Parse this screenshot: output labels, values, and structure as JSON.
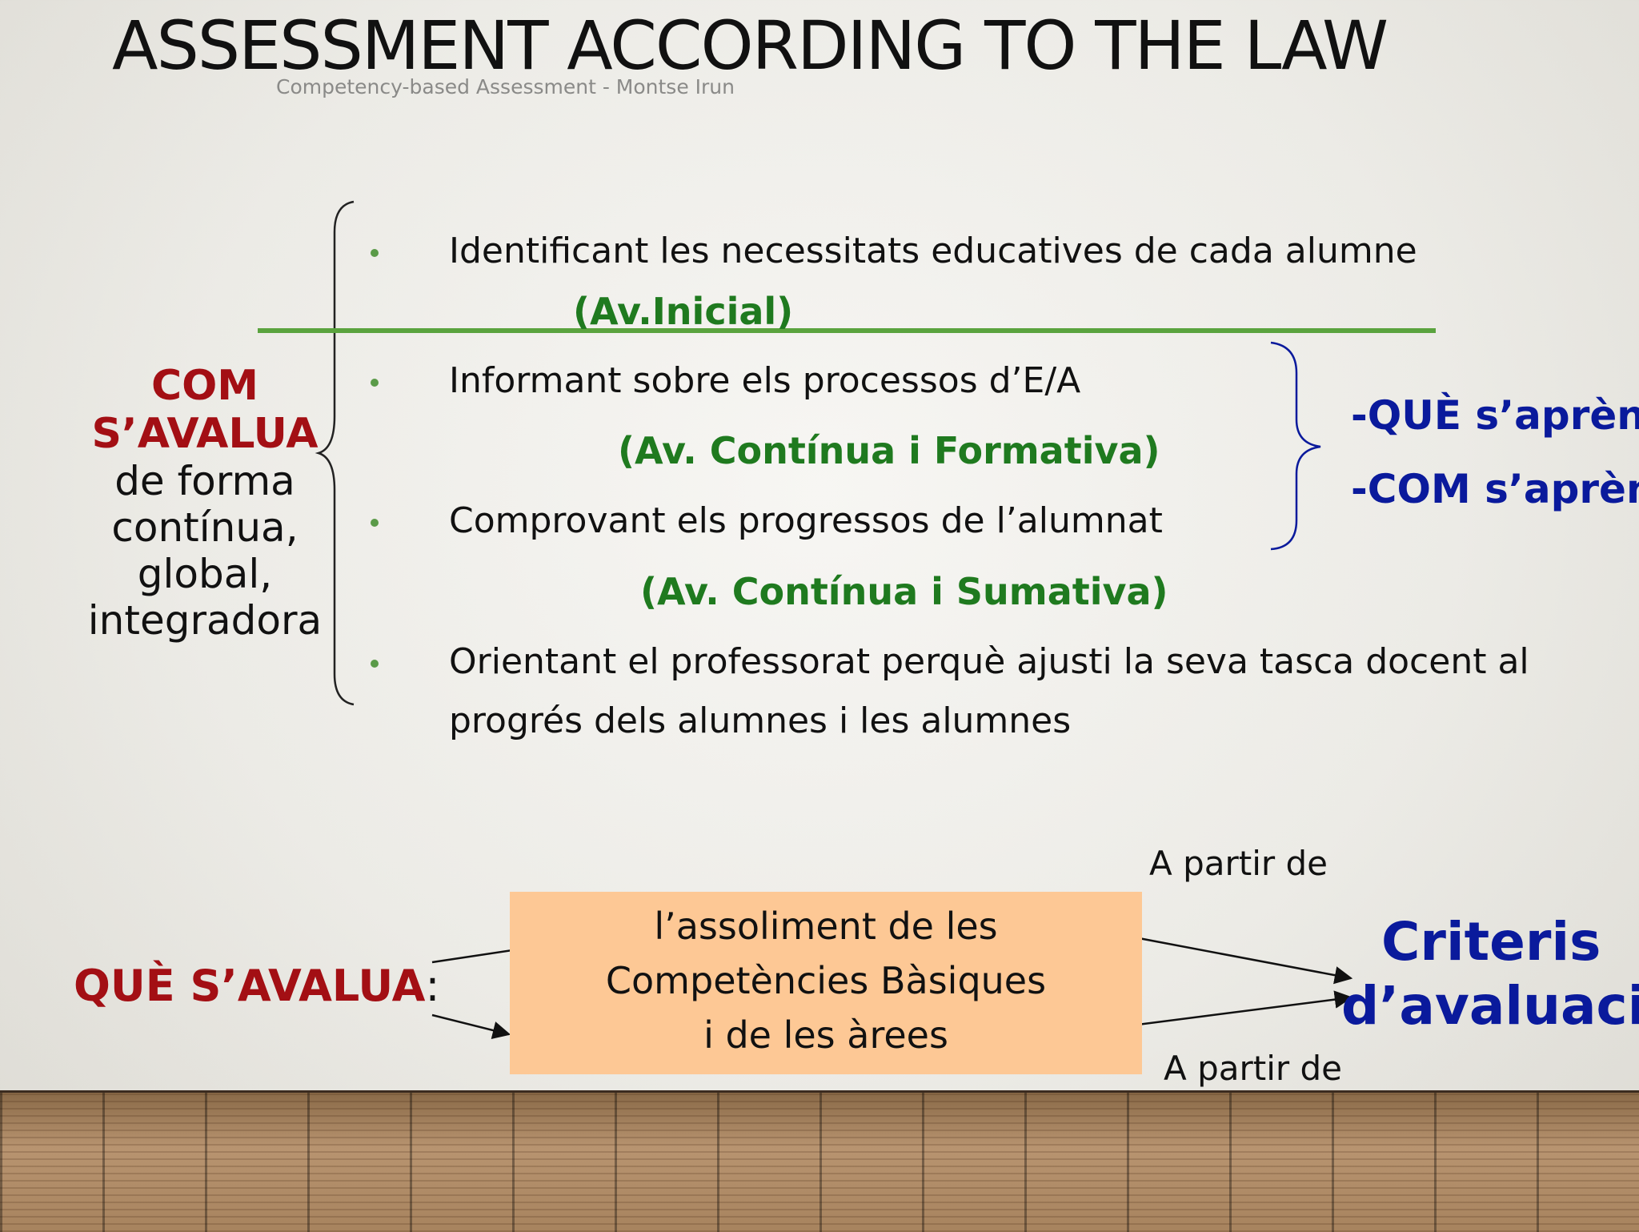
{
  "slide": {
    "title": "ASSESSMENT ACCORDING TO THE LAW",
    "subtitle": "Competency-based Assessment - Montse Irun"
  },
  "com_savalua": {
    "heading_line1": "COM",
    "heading_line2": "S’AVALUA",
    "desc_line1": "de forma",
    "desc_line2": "contínua,",
    "desc_line3": "global,",
    "desc_line4": "integradora"
  },
  "bullets": [
    {
      "text": "Identificant les necessitats educatives de cada alumne",
      "type": "(Av.Inicial)"
    },
    {
      "text": "Informant sobre els processos d’E/A",
      "type": "(Av. Contínua i Formativa)"
    },
    {
      "text": "Comprovant els progressos de l’alumnat",
      "type": "(Av. Contínua i Sumativa)"
    },
    {
      "text_line1": "Orientant el professorat perquè ajusti la seva tasca docent al",
      "text_line2": "progrés dels alumnes i les alumnes"
    }
  ],
  "side_note": {
    "line1": "-QUÈ s’aprèn",
    "line2": "-COM s’aprèn"
  },
  "que_savalua": {
    "label": "QUÈ S’AVALUA",
    "colon": ":",
    "box_line1": "l’assoliment de les",
    "box_line2": "Competències Bàsiques",
    "box_line3": "i de les àrees",
    "from_top": "A partir de",
    "from_bottom": "A partir de",
    "criteris_line1": "Criteris",
    "criteris_line2": "d’avaluació"
  },
  "colors": {
    "title": "#111111",
    "green_accent": "#1f7a1f",
    "green_rule": "#5aa33e",
    "red_heading": "#a30f14",
    "blue_side": "#0a1a9c",
    "box_fill": "#fdc895"
  }
}
